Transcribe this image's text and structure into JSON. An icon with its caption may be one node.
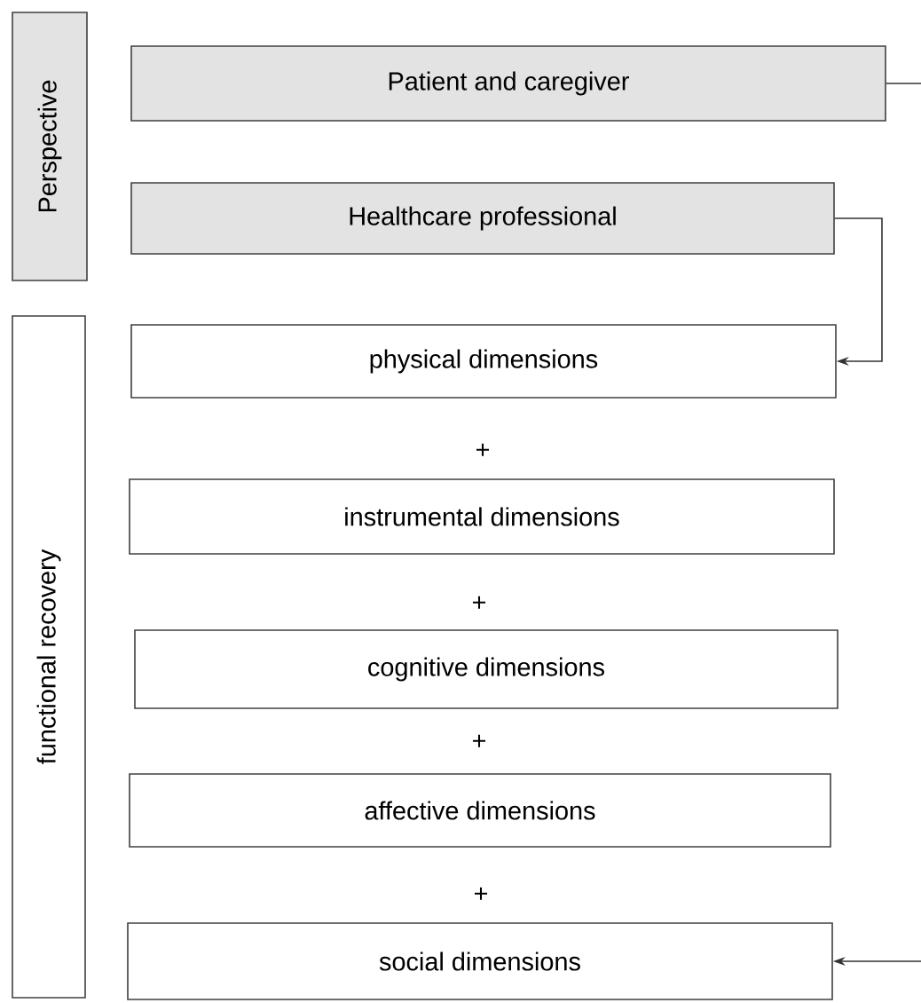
{
  "diagram": {
    "nodes": [
      {
        "text": [
          "Perspective"
        ]
      },
      {
        "text": [
          "Patient and caregiver"
        ]
      },
      {
        "text": [
          "Healthcare professional"
        ]
      },
      {
        "text": [
          "functional recovery"
        ]
      },
      {
        "text": [
          "physical dimensions"
        ]
      },
      {
        "text": [
          "instrumental dimensions"
        ]
      },
      {
        "text": [
          "cognitive dimensions"
        ]
      },
      {
        "text": [
          "affective dimensions"
        ]
      },
      {
        "text": [
          "social dimensions"
        ]
      }
    ],
    "edges": [
      {
        "from": 1,
        "to": null,
        "arrow": "none"
      },
      {
        "from": 2,
        "to": 4,
        "arrow": "to"
      },
      {
        "from": null,
        "to": 8,
        "arrow": "to"
      }
    ],
    "labels": [
      "+",
      "+",
      "+",
      "+"
    ]
  }
}
